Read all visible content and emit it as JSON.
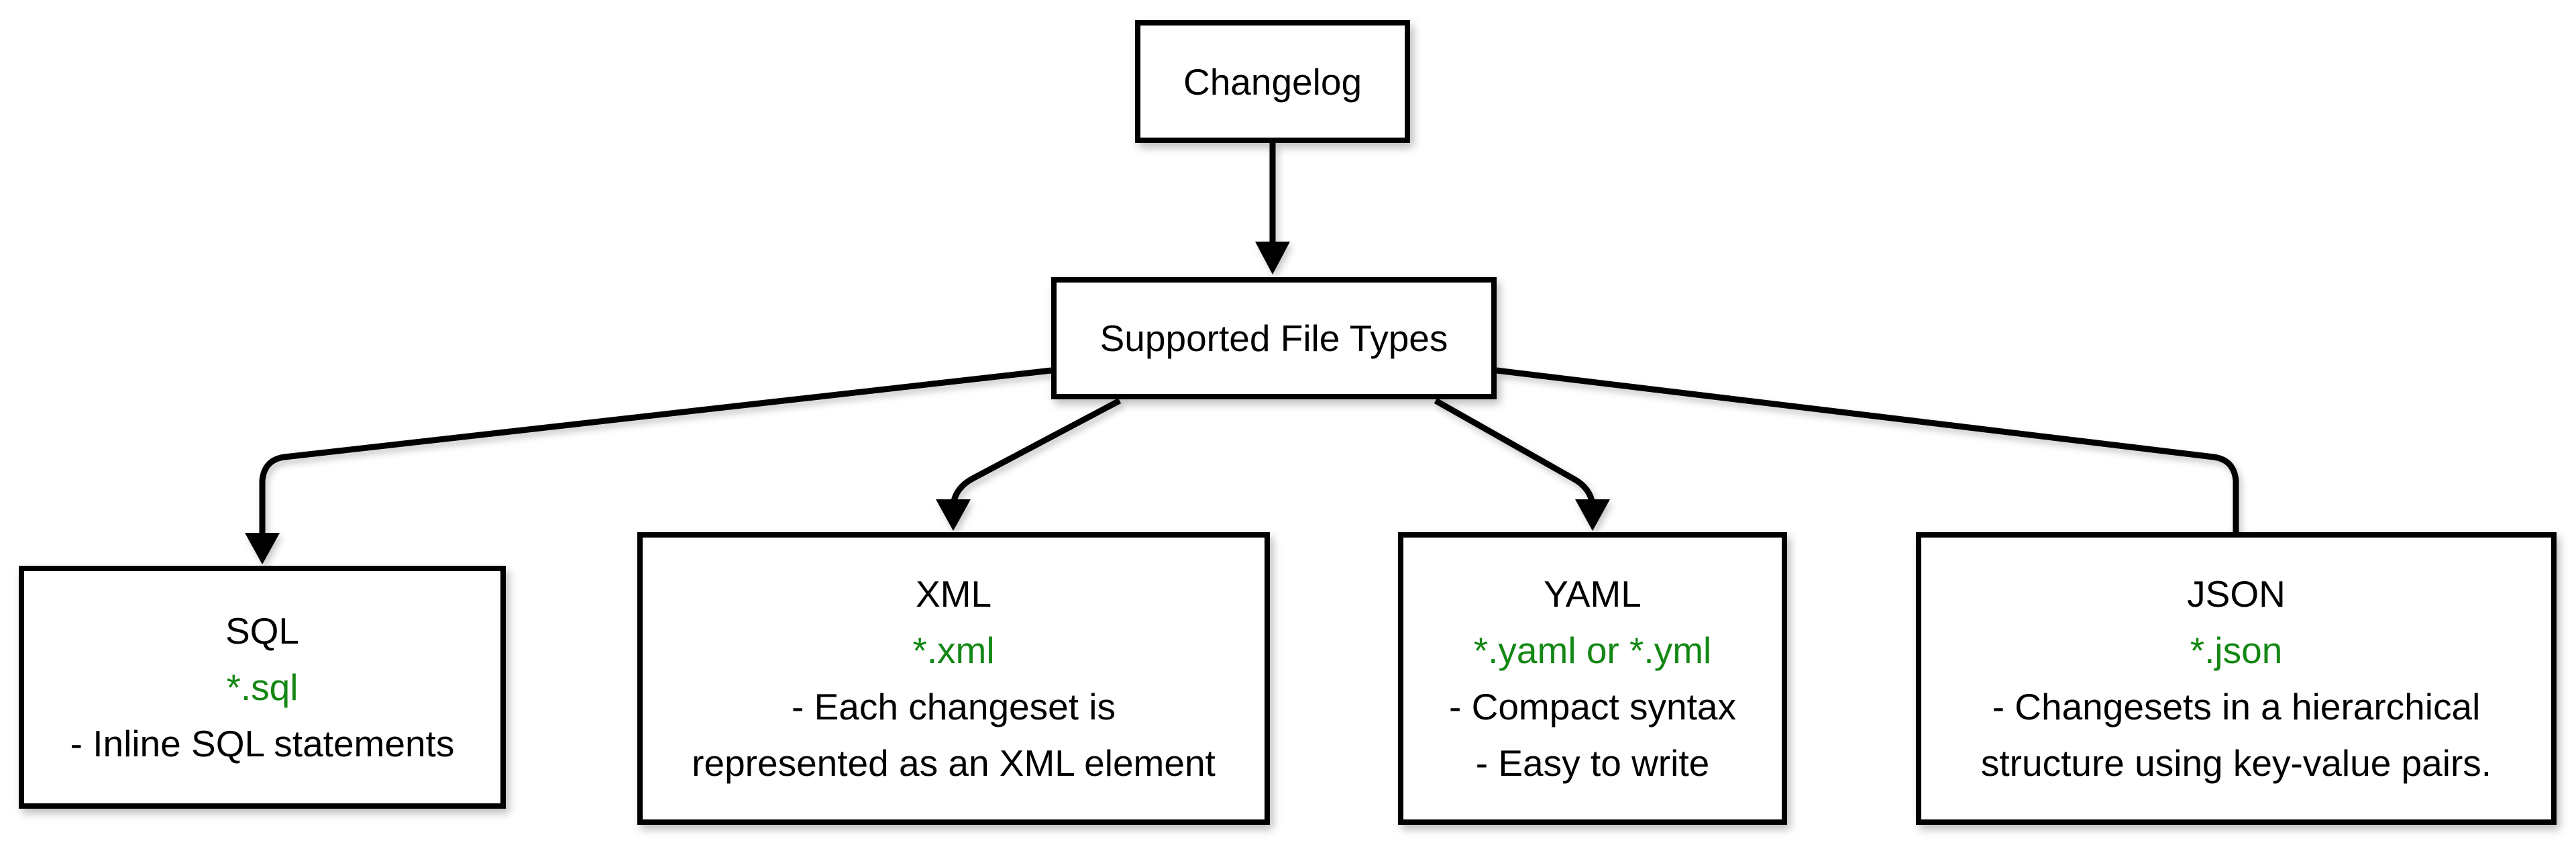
{
  "diagram": {
    "root_node": {
      "label": "Changelog"
    },
    "hub_node": {
      "label": "Supported File Types"
    },
    "type_nodes": [
      {
        "id": "sql",
        "title": "SQL",
        "pattern": "*.sql",
        "details": [
          "- Inline SQL statements"
        ]
      },
      {
        "id": "xml",
        "title": "XML",
        "pattern": "*.xml",
        "details": [
          "- Each changeset is",
          "represented as an XML element"
        ]
      },
      {
        "id": "yaml",
        "title": "YAML",
        "pattern": "*.yaml or *.yml",
        "details": [
          "- Compact syntax",
          "- Easy to write"
        ]
      },
      {
        "id": "json",
        "title": "JSON",
        "pattern": "*.json",
        "details": [
          "- Changesets in a hierarchical",
          "structure using key-value pairs."
        ]
      }
    ],
    "colors": {
      "canvas_bg": "#ffffff",
      "node_fill": "#ffffff",
      "node_border": "#000000",
      "connector": "#000000",
      "text": "#000000",
      "pattern_text": "#148714"
    }
  }
}
